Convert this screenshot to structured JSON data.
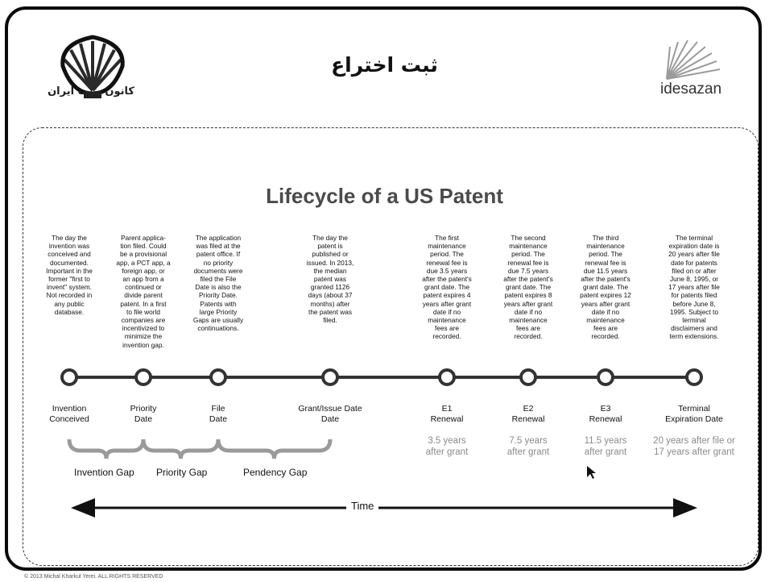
{
  "header": {
    "title_fa": "ثبت اختراع",
    "logo_left_text": "کانون پتنت ایران",
    "logo_right_text": "idesazan"
  },
  "diagram": {
    "title": "Lifecycle of a US Patent",
    "milestones": [
      {
        "desc": "The day the\ninvention was\nconceived and\ndocumented.\nImportant in the\nformer \"first to\ninvent\" system.\nNot recorded in\nany public\ndatabase.",
        "label": "Invention\nConceived",
        "sub": ""
      },
      {
        "desc": "Parent applica-\ntion filed. Could\nbe a provisional\napp, a PCT app, a\nforeign app, or\nan app from a\ncontinued or\ndivide parent\npatent. In a first\nto file world\ncompanies are\nincentivized to\nminimize the\ninvention gap.",
        "label": "Priority\nDate",
        "sub": ""
      },
      {
        "desc": "The application\nwas filed at the\npatent office. If\nno priority\ndocuments were\nfiled the File\nDate is also the\nPriority Date.\nPatents with\nlarge Priority\nGaps are usually\ncontinuations.",
        "label": "File\nDate",
        "sub": ""
      },
      {
        "desc": "The day the\npatent is\npublished or\nissued. In 2013,\nthe median\npatent was\ngranted 1126\ndays (about 37\nmonths) after\nthe patent was\nfiled.",
        "label": "Grant/Issue Date\nDate",
        "sub": ""
      },
      {
        "desc": "The first\nmaintenance\nperiod. The\nrenewal fee is\ndue 3.5 years\nafter the patent's\ngrant date. The\npatent expires 4\nyears after grant\ndate if no\nmaintenance\nfees are\nrecorded.",
        "label": "E1\nRenewal",
        "sub": "3.5 years\nafter grant"
      },
      {
        "desc": "The second\nmaintenance\nperiod. The\nrenewal fee is\ndue 7.5 years\nafter the patent's\ngrant date. The\npatent expires 8\nyears after grant\ndate if no\nmaintenance\nfees are\nrecorded.",
        "label": "E2\nRenewal",
        "sub": "7.5 years\nafter grant"
      },
      {
        "desc": "The third\nmaintenance\nperiod. The\nrenewal fee is\ndue 11.5 years\nafter the patent's\ngrant date. The\npatent expires 12\nyears after grant\ndate if no\nmaintenance\nfees are\nrecorded.",
        "label": "E3\nRenewal",
        "sub": "11.5 years\nafter grant"
      },
      {
        "desc": "The terminal\nexpiration date is\n20 years after file\ndate for patents\nfiled on or after\nJune 8, 1995, or\n17 years after file\nfor patents filed\nbefore June 8,\n1995. Subject to\nterminal\ndisclaimers and\nterm extensions.",
        "label": "Terminal\nExpiration Date",
        "sub": "20 years after file or\n17 years after grant"
      }
    ],
    "gaps": [
      "Invention Gap",
      "Priority Gap",
      "Pendency Gap"
    ],
    "axis_label": "Time"
  },
  "footer": "© 2013 Michal Kharkul Yerei. ALL RIGHTS RESERVED",
  "colors": {
    "line": "#333333",
    "muted": "#8a8a8a",
    "brace": "#9a9a9a"
  }
}
